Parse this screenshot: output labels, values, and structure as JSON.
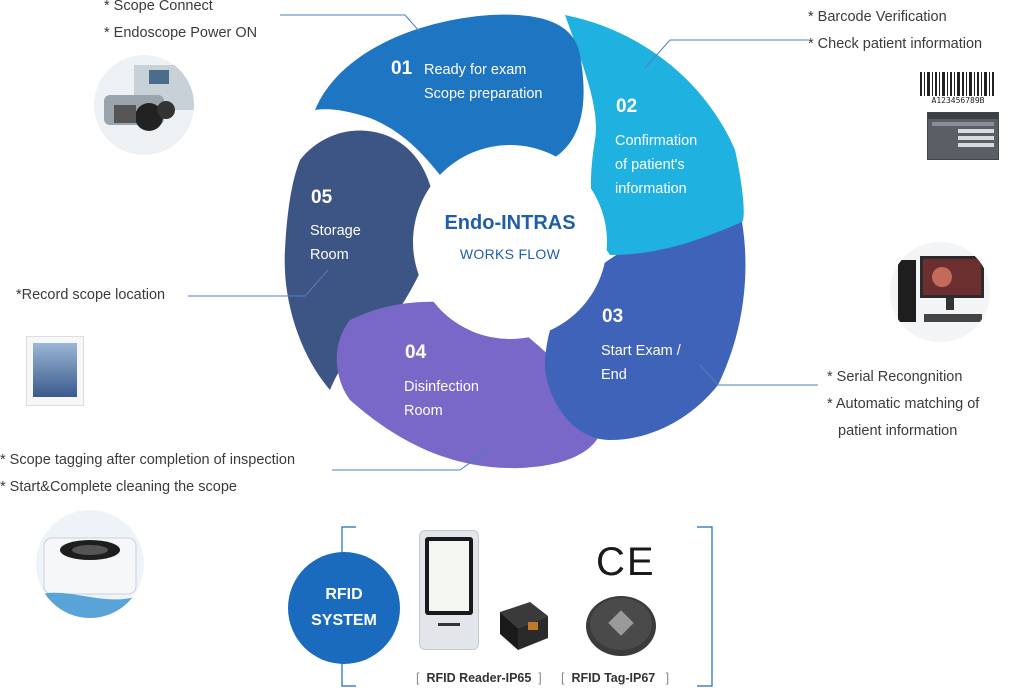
{
  "center": {
    "title": "Endo-INTRAS",
    "subtitle": "WORKS FLOW"
  },
  "steps": [
    {
      "num": "01",
      "line1": "Ready for exam",
      "line2": "Scope preparation",
      "color": "#1e75c2"
    },
    {
      "num": "02",
      "line1": "Confirmation",
      "line2": "of patient's",
      "line3": "information",
      "color": "#1fb1e0"
    },
    {
      "num": "03",
      "line1": "Start Exam /",
      "line2": "End",
      "color": "#3f63b8"
    },
    {
      "num": "04",
      "line1": "Disinfection",
      "line2": "Room",
      "color": "#7a68c9"
    },
    {
      "num": "05",
      "line1": "Storage",
      "line2": "Room",
      "color": "#3d5585"
    }
  ],
  "notes": {
    "n01": [
      "* Scope Connect",
      "* Endoscope Power ON"
    ],
    "n02": [
      "* Barcode Verification",
      "* Check patient information"
    ],
    "n03": [
      "* Serial Recongnition",
      "* Automatic matching of",
      "patient information"
    ],
    "n04": [
      "* Scope tagging after completion of inspection",
      "* Start&Complete cleaning the scope"
    ],
    "n05": [
      "*Record scope location"
    ]
  },
  "barcode_text": "A123456789B",
  "rfid": {
    "line1": "RFID",
    "line2": "SYSTEM",
    "reader_label": "RFID Reader-IP65",
    "tag_label": "RFID Tag-IP67",
    "ce_mark": "CE",
    "open_bracket": "[",
    "close_bracket": "]"
  }
}
